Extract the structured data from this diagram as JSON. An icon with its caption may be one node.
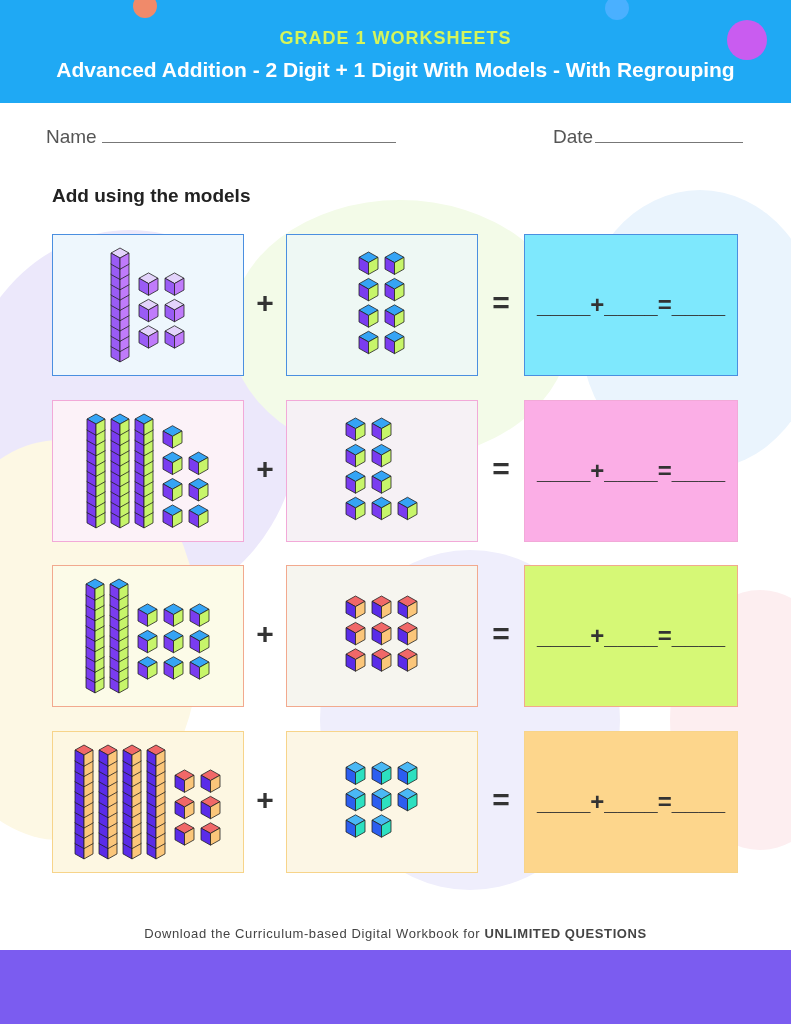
{
  "diagram": {
    "title": "Advanced Addition - 2 Digit + 1 Digit With Models - With Regrouping",
    "nodes": [
      {
        "text": [],
        "shape": "picture"
      },
      {
        "text": [],
        "shape": "picture"
      },
      {
        "text": [
          "____+____=____"
        ]
      },
      {
        "text": [],
        "shape": "picture"
      },
      {
        "text": [],
        "shape": "picture"
      },
      {
        "text": [
          "____+____=____"
        ]
      },
      {
        "text": [],
        "shape": "picture"
      },
      {
        "text": [],
        "shape": "picture"
      },
      {
        "text": [
          "____+____=____"
        ]
      },
      {
        "text": [],
        "shape": "picture"
      },
      {
        "text": [],
        "shape": "picture"
      },
      {
        "text": [
          "____+____=____"
        ]
      }
    ],
    "labels": [
      "GRADE 1 WORKSHEETS",
      "Name",
      "Date",
      "Add using the models",
      "+",
      "=",
      "+",
      "=",
      "+",
      "=",
      "+",
      "=",
      "Download the Curriculum-based Digital Workbook for **UNLIMITED QUESTIONS**"
    ]
  }
}
